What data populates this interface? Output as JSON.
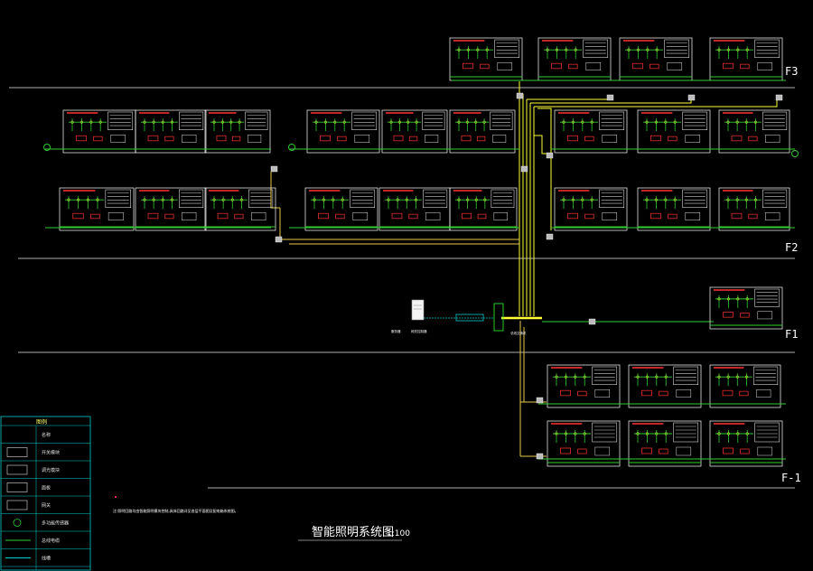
{
  "floors": [
    "F3",
    "F2",
    "F1",
    "F-1"
  ],
  "title": "智能照明系统图",
  "scale": "1:100",
  "note": "注:照明回路均由智能照明模块控制,具体回路详见各层平面图及配电箱系统图。",
  "legend": {
    "header": "图例",
    "rows": [
      "名称",
      "开关模块",
      "调光模块",
      "面板",
      "网关",
      "多功能传感器",
      "总线电缆",
      "线槽"
    ]
  },
  "center": {
    "server_label": "服务器",
    "gateway_label": "网关控制器",
    "hub_label": "总线交换机"
  },
  "colors": {
    "background": "#000000",
    "bus_line": "#ffff33",
    "feeder_line": "#33cc33",
    "panel_border": "#ffffff",
    "panel_title": "#ff3333",
    "cable": "#00cccc",
    "trunk": "#d4a84a"
  }
}
